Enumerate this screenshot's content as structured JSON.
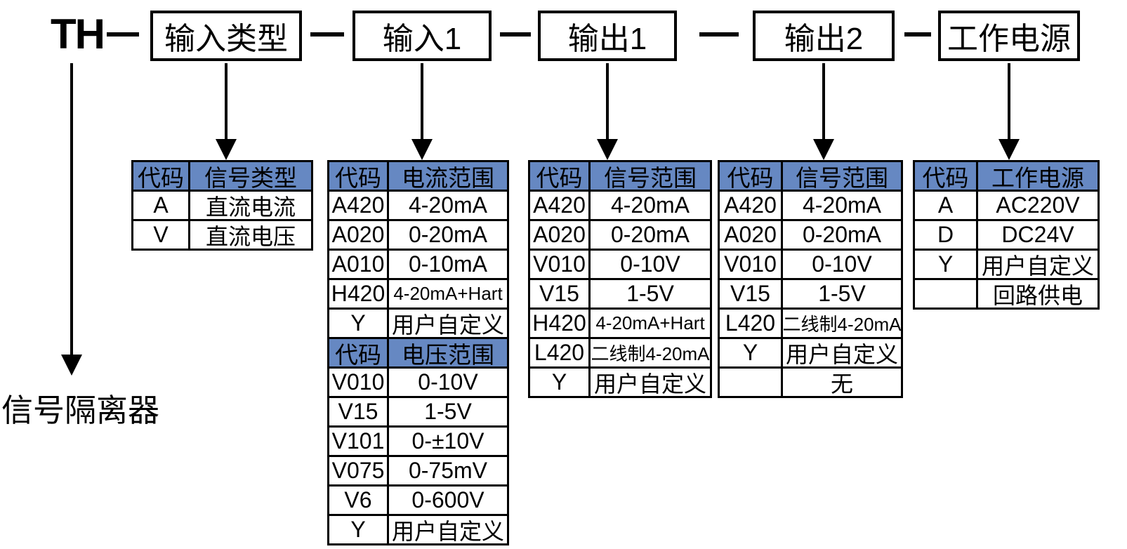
{
  "top": {
    "prefix": "TH",
    "fields": [
      {
        "label": "输入类型"
      },
      {
        "label": "输入1"
      },
      {
        "label": "输出1"
      },
      {
        "label": "输出2"
      },
      {
        "label": "工作电源"
      }
    ]
  },
  "footer": {
    "product_name": "信号隔离器"
  },
  "colors": {
    "header_blue": "#6688c2",
    "line_black": "#000000"
  },
  "tables": [
    {
      "name": "input-type-codes",
      "sections": [
        {
          "header": [
            "代码",
            "信号类型"
          ],
          "rows": [
            [
              "A",
              "直流电流"
            ],
            [
              "V",
              "直流电压"
            ]
          ]
        }
      ]
    },
    {
      "name": "input1-codes",
      "sections": [
        {
          "header": [
            "代码",
            "电流范围"
          ],
          "rows": [
            [
              "A420",
              "4-20mA"
            ],
            [
              "A020",
              "0-20mA"
            ],
            [
              "A010",
              "0-10mA"
            ],
            [
              "H420",
              "4-20mA+Hart"
            ],
            [
              "Y",
              "用户自定义"
            ]
          ]
        },
        {
          "header": [
            "代码",
            "电压范围"
          ],
          "rows": [
            [
              "V010",
              "0-10V"
            ],
            [
              "V15",
              "1-5V"
            ],
            [
              "V101",
              "0-±10V"
            ],
            [
              "V075",
              "0-75mV"
            ],
            [
              "V6",
              "0-600V"
            ],
            [
              "Y",
              "用户自定义"
            ]
          ]
        }
      ]
    },
    {
      "name": "output1-codes",
      "sections": [
        {
          "header": [
            "代码",
            "信号范围"
          ],
          "rows": [
            [
              "A420",
              "4-20mA"
            ],
            [
              "A020",
              "0-20mA"
            ],
            [
              "V010",
              "0-10V"
            ],
            [
              "V15",
              "1-5V"
            ],
            [
              "H420",
              "4-20mA+Hart"
            ],
            [
              "L420",
              "二线制4-20mA"
            ],
            [
              "Y",
              "用户自定义"
            ]
          ]
        }
      ]
    },
    {
      "name": "output2-codes",
      "sections": [
        {
          "header": [
            "代码",
            "信号范围"
          ],
          "rows": [
            [
              "A420",
              "4-20mA"
            ],
            [
              "A020",
              "0-20mA"
            ],
            [
              "V010",
              "0-10V"
            ],
            [
              "V15",
              "1-5V"
            ],
            [
              "L420",
              "二线制4-20mA"
            ],
            [
              "Y",
              "用户自定义"
            ],
            [
              "",
              "无"
            ]
          ]
        }
      ]
    },
    {
      "name": "power-codes",
      "sections": [
        {
          "header": [
            "代码",
            "工作电源"
          ],
          "rows": [
            [
              "A",
              "AC220V"
            ],
            [
              "D",
              "DC24V"
            ],
            [
              "Y",
              "用户自定义"
            ],
            [
              "",
              "回路供电"
            ]
          ]
        }
      ]
    }
  ]
}
